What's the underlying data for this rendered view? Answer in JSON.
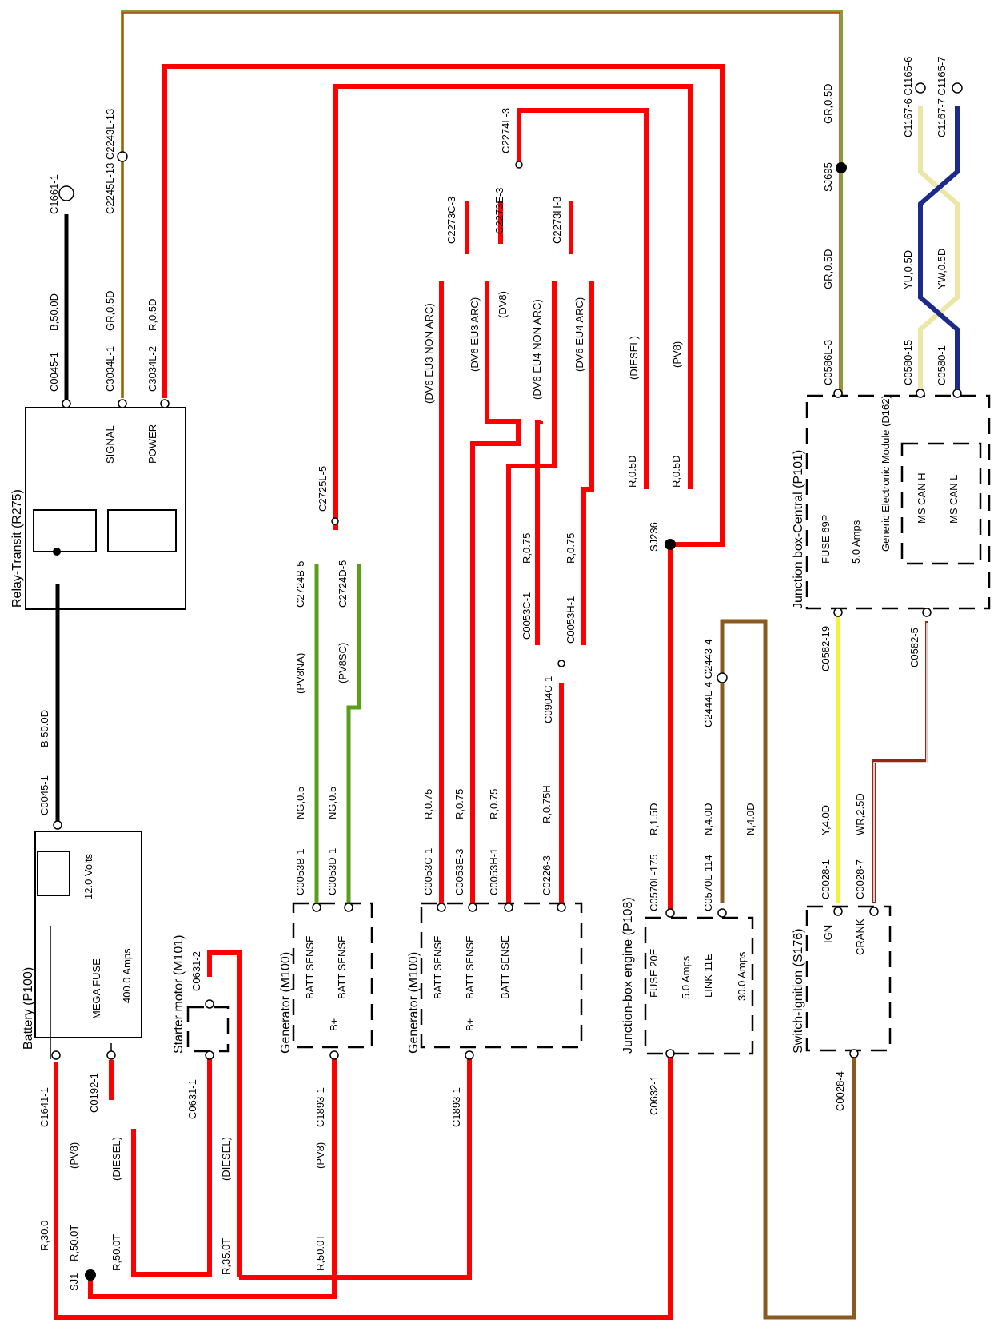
{
  "components": {
    "battery": {
      "title": "Battery (P100)",
      "voltage": "12.0 Volts",
      "fuse_name": "MEGA FUSE",
      "fuse_rating": "400.0 Amps"
    },
    "relay_transit": {
      "title": "Relay-Transit (R275)",
      "signal": "SIGNAL",
      "power": "POWER"
    },
    "starter": {
      "title": "Starter motor (M101)"
    },
    "generator_a": {
      "title": "Generator (M100)",
      "pin1": "BATT SENSE",
      "pin2": "BATT SENSE",
      "bplus": "B+"
    },
    "generator_b": {
      "title": "Generator (M100)",
      "pin1": "BATT SENSE",
      "pin2": "BATT SENSE",
      "pin3": "BATT SENSE",
      "bplus": "B+"
    },
    "jb_engine": {
      "title": "Junction-box engine (P108)",
      "fuse_name": "FUSE 20E",
      "fuse_rating": "5.0 Amps",
      "link_name": "LINK 11E",
      "link_rating": "30.0 Amps"
    },
    "switch_ignition": {
      "title": "Switch-Ignition (S176)",
      "ign": "IGN",
      "crank": "CRANK"
    },
    "jb_central": {
      "title": "Junction box-Central (P101)",
      "fuse_name": "FUSE 69P",
      "fuse_rating": "5.0 Amps",
      "module": "Generic Electronic Module (D162)",
      "can_h": "MS CAN H",
      "can_l": "MS CAN L"
    }
  },
  "connectors": {
    "c1661": "C1661-1",
    "c0045_top": "C0045-1",
    "c3034_1": "C3034L-1",
    "c3034_2": "C3034L-2",
    "c2245": "C2245L-13 C2243L-13",
    "c0045_bat": "C0045-1",
    "c1641": "C1641-1",
    "c0192": "C0192-1",
    "c0631_1": "C0631-1",
    "c0631_2": "C0631-2",
    "c2725": "C2725L-5",
    "c2724b": "C2724B-5",
    "c2724d": "C2724D-5",
    "c0053b": "C0053B-1",
    "c0053d": "C0053D-1",
    "c1893_a": "C1893-1",
    "c2274": "C2274L-3",
    "c2273c": "C2273C-3",
    "c2273e": "C2273E-3",
    "c2273h": "C2273H-3",
    "c0053c_top": "C0053C-1",
    "c0053h_top": "C0053H-1",
    "c0904c": "C0904C-1",
    "c0053c": "C0053C-1",
    "c0053e": "C0053E-3",
    "c0053h": "C0053H-1",
    "c0226": "C0226-3",
    "c1893_b": "C1893-1",
    "sj236": "SJ236",
    "c2444": "C2444L-4 C2443-4",
    "c0570_175": "C0570L-175",
    "c0570_114": "C0570L-114",
    "c0632": "C0632-1",
    "sj695": "SJ695",
    "c0586": "C0586L-3",
    "c0580_15": "C0580-15",
    "c0580_1": "C0580-1",
    "c1167_6": "C1167-6 C1165-6",
    "c1167_7": "C1167-7 C1165-7",
    "c0582_19": "C0582-19",
    "c0582_5": "C0582-5",
    "c0028_1": "C0028-1",
    "c0028_7": "C0028-7",
    "c0028_4": "C0028-4",
    "sj1": "SJ1"
  },
  "wires": {
    "b50_top": "B,50.0D",
    "gr05_top": "GR,0.5D",
    "r05_top": "R,0.5D",
    "b50_mid": "B,50.0D",
    "r30": "R,30.0",
    "r50t_a": "R,50.0T",
    "r50t_b": "R,50.0T",
    "r35t": "R,35.0T",
    "r50t_c": "R,50.0T",
    "ng05_a": "NG,0.5",
    "ng05_b": "NG,0.5",
    "r075_a": "R,0.75",
    "r075_b": "R,0.75",
    "r075_c": "R,0.75",
    "r075h": "R,0.75H",
    "r075_d": "R,0.75",
    "r075_e": "R,0.75",
    "r05d_a": "R,0.5D",
    "r05d_b": "R,0.5D",
    "r15d": "R,1.5D",
    "n40d_a": "N,4.0D",
    "n40d_b": "N,4.0D",
    "y40d": "Y,4.0D",
    "wr25d": "WR,2.5D",
    "gr05_sj": "GR,0.5D",
    "gr05_low": "GR,0.5D",
    "yu05": "YU,0.5D",
    "yw05": "YW,0.5D"
  },
  "variants": {
    "pv8_bat": "(PV8)",
    "diesel_bat": "(DIESEL)",
    "diesel_starter": "(DIESEL)",
    "pv8_gen": "(PV8)",
    "pv8na": "(PV8NA)",
    "pv8sc": "(PV8SC)",
    "dv6eu3non": "(DV6 EU3 NON ARC)",
    "dv6eu3": "(DV6 EU3 ARC)",
    "dv8": "(DV8)",
    "dv6eu4non": "(DV6 EU4 NON ARC)",
    "dv6eu4": "(DV6 EU4 ARC)",
    "diesel_sj": "(DIESEL)",
    "pv8_sj": "(PV8)"
  },
  "colors": {
    "red": "#ff0000",
    "black": "#000000",
    "green": "#5a9e1a",
    "brown": "#8a5a23",
    "yellow": "#f2f23a",
    "navy": "#1c2a8c",
    "olive": "#8f9a2a",
    "cream": "#ece7a6"
  }
}
